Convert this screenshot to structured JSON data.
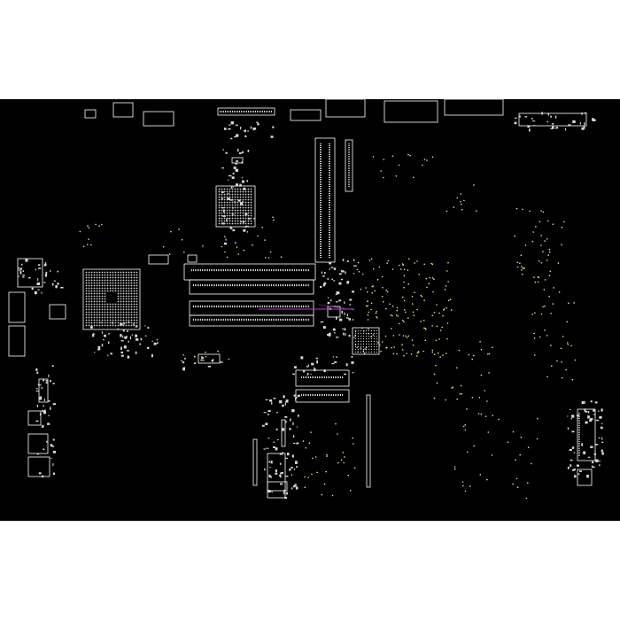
{
  "diagram": {
    "kind": "pcb-board-layout",
    "colors": {
      "page_background": "#ffffff",
      "board_background": "#000000",
      "outline": "#ffffff",
      "pads": "#d8d8d8",
      "test_points": "#e8e4a0",
      "trace_highlight": "#b040c0"
    },
    "components": [
      {
        "name": "cpu-bga-socket",
        "shape": "bga-grid"
      },
      {
        "name": "cpu-socket-top",
        "shape": "bga-grid"
      },
      {
        "name": "memory-slot-1",
        "shape": "slot"
      },
      {
        "name": "memory-slot-2",
        "shape": "slot"
      },
      {
        "name": "memory-slot-3",
        "shape": "slot"
      },
      {
        "name": "memory-slot-4",
        "shape": "slot"
      },
      {
        "name": "pcie-slot-vertical",
        "shape": "slot"
      },
      {
        "name": "chipset-square",
        "shape": "square"
      },
      {
        "name": "connector-strip-bottom",
        "shape": "slot"
      },
      {
        "name": "left-port-block-1",
        "shape": "connector"
      },
      {
        "name": "left-port-block-2",
        "shape": "connector"
      },
      {
        "name": "top-connector-row",
        "shape": "connector"
      },
      {
        "name": "right-io-cluster",
        "shape": "connector"
      }
    ]
  }
}
